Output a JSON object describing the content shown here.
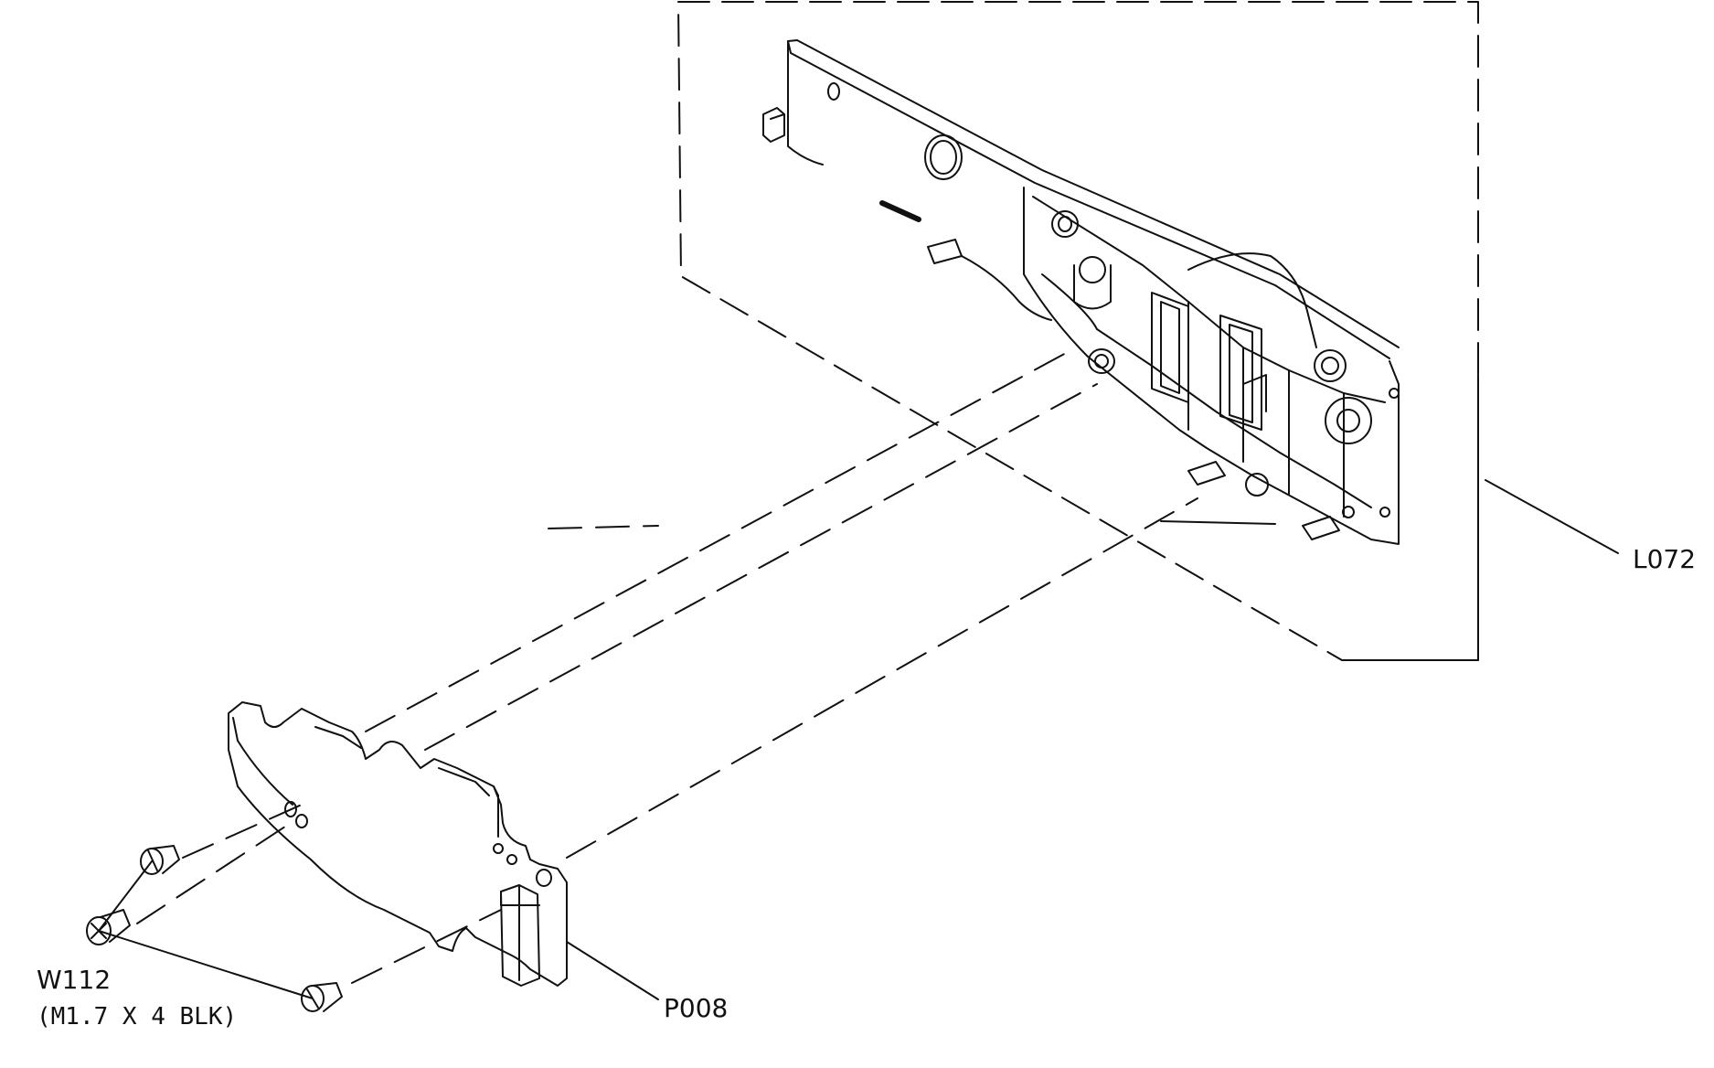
{
  "labels": {
    "assembly": "L072",
    "board": "P008",
    "screw_part": "W112",
    "screw_spec": "(M1.7 X 4 BLK)"
  },
  "colors": {
    "line": "#111111",
    "background": "#ffffff"
  }
}
